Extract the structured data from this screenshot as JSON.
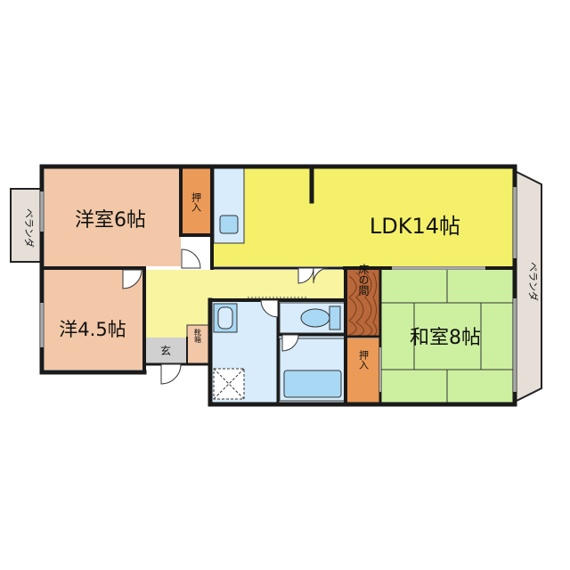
{
  "rooms": {
    "western_6": "洋室6帖",
    "western_45": "洋4.5帖",
    "ldk": "LDK14帖",
    "washitsu": "和室8帖",
    "closet_west": "押入",
    "closet_wa": "押入",
    "entrance": "玄",
    "shoe_box": "靴箱",
    "tokonoma": "床の間"
  },
  "balconies": {
    "left": "ベランダ",
    "right": "ベランダ"
  },
  "colors": {
    "western_room": "#f2c8a8",
    "ldk": "#f4f06a",
    "hallway": "#f8f4a0",
    "washitsu": "#cdf0a0",
    "closet": "#eb9a58",
    "wet_area": "#d8ecfb",
    "fixture": "#a8d8f4",
    "entrance": "#d0d0d0",
    "balcony": "#e6dfd8",
    "tokonoma_wood": "#b8683a",
    "wall": "#1a1a1a"
  }
}
